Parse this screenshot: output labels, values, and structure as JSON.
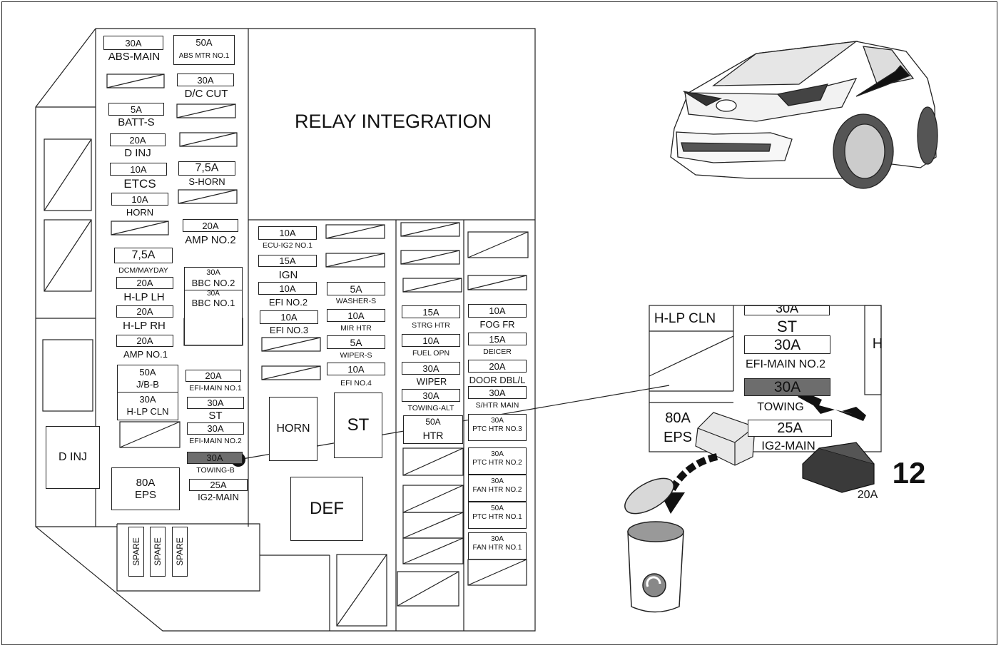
{
  "relay_title": "RELAY INTEGRATION",
  "left_boxes": {
    "d_inj": "D INJ",
    "eps_a": "80A",
    "eps": "EPS"
  },
  "col1": [
    {
      "a": "30A",
      "n": "ABS-MAIN"
    },
    {
      "a": "5A",
      "n": "BATT-S"
    },
    {
      "a": "20A",
      "n": "D INJ"
    },
    {
      "a": "10A",
      "n": "ETCS"
    },
    {
      "a": "10A",
      "n": "HORN"
    },
    {
      "a": "7,5A",
      "n": "DCM/MAYDAY"
    },
    {
      "a": "20A",
      "n": "H-LP LH"
    },
    {
      "a": "20A",
      "n": "H-LP RH"
    },
    {
      "a": "20A",
      "n": "AMP NO.1"
    },
    {
      "a": "50A",
      "n": "J/B-B"
    },
    {
      "a": "30A",
      "n": "H-LP CLN"
    }
  ],
  "col2": [
    {
      "a": "50A",
      "n": "ABS MTR NO.1"
    },
    {
      "a": "30A",
      "n": "D/C CUT"
    },
    {
      "a": "7,5A",
      "n": "S-HORN"
    },
    {
      "a": "20A",
      "n": "AMP NO.2"
    },
    {
      "a": "30A",
      "n": "BBC NO.2"
    },
    {
      "a": "30A",
      "n": "BBC NO.1"
    },
    {
      "a": "20A",
      "n": "EFI-MAIN NO.1"
    },
    {
      "a": "30A",
      "n": "ST"
    },
    {
      "a": "30A",
      "n": "EFI-MAIN NO.2"
    },
    {
      "a": "30A",
      "n": "TOWING-B"
    },
    {
      "a": "25A",
      "n": "IG2-MAIN"
    }
  ],
  "col3": [
    {
      "a": "10A",
      "n": "ECU-IG2 NO.1"
    },
    {
      "a": "15A",
      "n": "IGN"
    },
    {
      "a": "10A",
      "n": "EFI NO.2"
    },
    {
      "a": "10A",
      "n": "EFI NO.3"
    }
  ],
  "col4": [
    {
      "a": "5A",
      "n": "WASHER-S"
    },
    {
      "a": "10A",
      "n": "MIR HTR"
    },
    {
      "a": "5A",
      "n": "WIPER-S"
    },
    {
      "a": "10A",
      "n": "EFI NO.4"
    }
  ],
  "col5": [
    {
      "a": "15A",
      "n": "STRG HTR"
    },
    {
      "a": "10A",
      "n": "FUEL OPN"
    },
    {
      "a": "30A",
      "n": "WIPER"
    },
    {
      "a": "30A",
      "n": "TOWING-ALT"
    },
    {
      "a": "50A",
      "n": "HTR"
    }
  ],
  "col6": [
    {
      "a": "10A",
      "n": "FOG FR"
    },
    {
      "a": "15A",
      "n": "DEICER"
    },
    {
      "a": "20A",
      "n": "DOOR DBL/L"
    },
    {
      "a": "30A",
      "n": "S/HTR MAIN"
    },
    {
      "a": "30A",
      "n": "PTC HTR NO.3"
    },
    {
      "a": "30A",
      "n": "PTC HTR NO.2"
    },
    {
      "a": "30A",
      "n": "FAN HTR NO.2"
    },
    {
      "a": "50A",
      "n": "PTC HTR NO.1"
    },
    {
      "a": "30A",
      "n": "FAN HTR NO.1"
    }
  ],
  "relay_boxes": {
    "horn": "HORN",
    "st": "ST",
    "def": "DEF"
  },
  "spares": [
    "SPARE",
    "SPARE",
    "SPARE"
  ],
  "zoom": {
    "hlp_cln": "H-LP CLN",
    "top_amp": "30A",
    "st": "ST",
    "efi_amp": "30A",
    "efi_name": "EFI-MAIN NO.2",
    "tow_amp": "30A",
    "tow_name": "TOWING",
    "ig2_amp": "25A",
    "ig2_name": "IG2-MAIN",
    "eps_amp": "80A",
    "eps_name": "EPS",
    "right_letter": "H"
  },
  "step_number": "12",
  "new_fuse_amp": "20A",
  "colors": {
    "outline": "#222222",
    "highlight_fuse": "#6d6d6d",
    "fuse_dark": "#3a3a3a"
  }
}
